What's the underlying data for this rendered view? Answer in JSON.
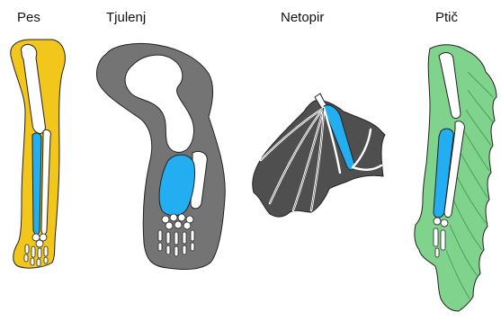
{
  "labels": [
    "Pes",
    "Tjulenj",
    "Netopir",
    "Ptič"
  ],
  "colors": {
    "dog_body": "#f2c61a",
    "seal_body": "#747474",
    "bat_body": "#4f4f4f",
    "bird_body": "#7fd38d",
    "bone": "#ffffff",
    "highlight_bone": "#22aef0",
    "outline": "#222222"
  }
}
